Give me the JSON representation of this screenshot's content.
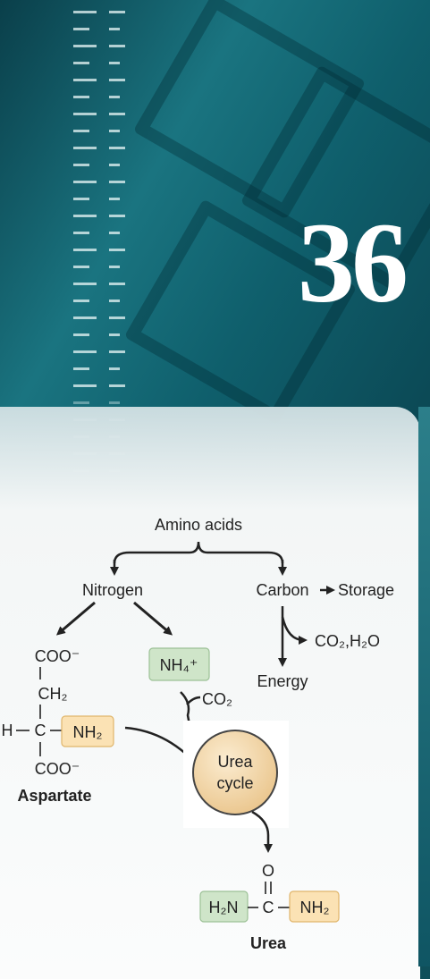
{
  "chapter_number": "36",
  "diagram": {
    "top": "Amino acids",
    "nitrogen": "Nitrogen",
    "carbon": "Carbon",
    "storage": "Storage",
    "co2_h2o": "CO₂,H₂O",
    "energy": "Energy",
    "nh4": "NH₄⁺",
    "co2": "CO₂",
    "urea_cycle_line1": "Urea",
    "urea_cycle_line2": "cycle",
    "aspartate": {
      "coo_top": "COO⁻",
      "ch2": "CH₂",
      "h": "H",
      "c": "C",
      "nh2": "NH₂",
      "coo_bottom": "COO⁻",
      "name": "Aspartate"
    },
    "urea": {
      "o": "O",
      "h2n": "H₂N",
      "c": "C",
      "nh2": "NH₂",
      "name": "Urea"
    }
  },
  "colors": {
    "green_box": "#cfe5c9",
    "orange_box": "#fbe2b4",
    "cycle_circle": "#f6dcaf"
  }
}
